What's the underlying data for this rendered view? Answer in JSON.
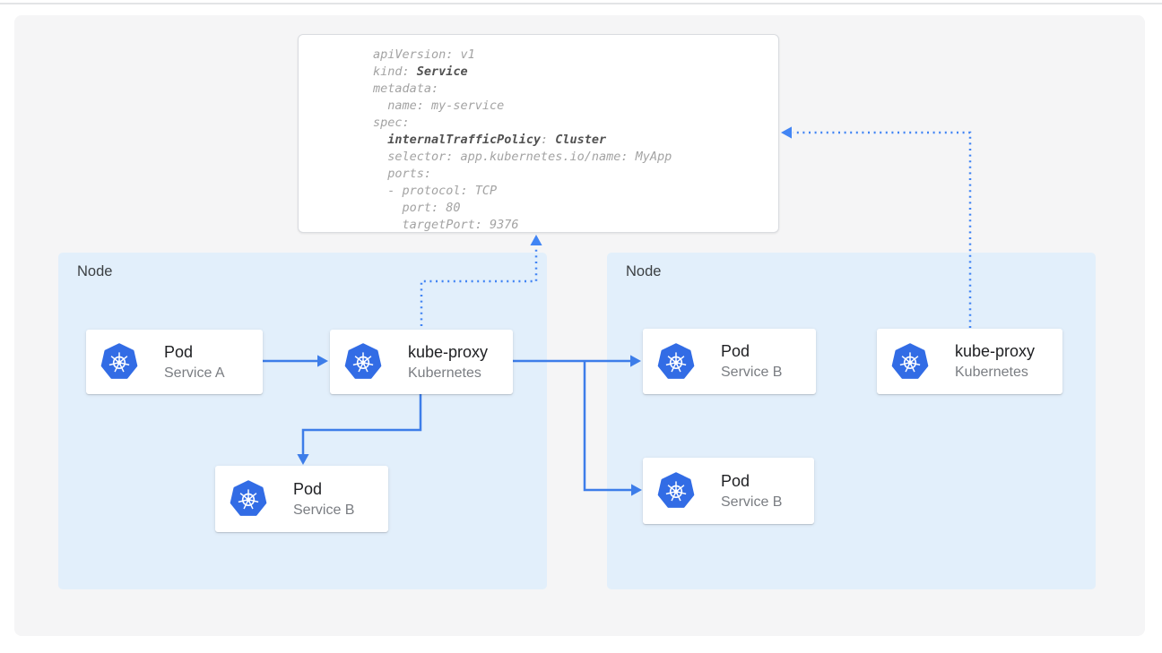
{
  "colors": {
    "kubernetes_blue": "#326ce5",
    "arrow_solid": "#3d7de9",
    "arrow_dotted": "#4285f4",
    "node_bg": "#e2effb",
    "panel_bg": "#f5f5f6",
    "card_bg": "#ffffff",
    "code_normal": "#a3a3a3",
    "code_bold": "#515151"
  },
  "icons": {
    "kubernetes": "kubernetes-heptagon-helm-wheel-icon"
  },
  "yaml_panel": {
    "lines": [
      [
        {
          "t": "apiVersion: v1",
          "b": false
        }
      ],
      [
        {
          "t": "kind: ",
          "b": false
        },
        {
          "t": "Service",
          "b": true
        }
      ],
      [
        {
          "t": "metadata:",
          "b": false
        }
      ],
      [
        {
          "t": "  name: my-service",
          "b": false
        }
      ],
      [
        {
          "t": "spec:",
          "b": false
        }
      ],
      [
        {
          "t": "  ",
          "b": false
        },
        {
          "t": "internalTrafficPolicy",
          "b": true
        },
        {
          "t": ": ",
          "b": false
        },
        {
          "t": "Cluster",
          "b": true
        }
      ],
      [
        {
          "t": "  selector: app.kubernetes.io/name: MyApp",
          "b": false
        }
      ],
      [
        {
          "t": "  ports:",
          "b": false
        }
      ],
      [
        {
          "t": "  - protocol: TCP",
          "b": false
        }
      ],
      [
        {
          "t": "    port: 80",
          "b": false
        }
      ],
      [
        {
          "t": "    targetPort: 9376",
          "b": false
        }
      ]
    ]
  },
  "nodes": [
    {
      "label": "Node"
    },
    {
      "label": "Node"
    }
  ],
  "cards": [
    {
      "title": "Pod",
      "subtitle": "Service A"
    },
    {
      "title": "kube-proxy",
      "subtitle": "Kubernetes"
    },
    {
      "title": "Pod",
      "subtitle": "Service B"
    },
    {
      "title": "Pod",
      "subtitle": "Service B"
    },
    {
      "title": "Pod",
      "subtitle": "Service B"
    },
    {
      "title": "kube-proxy",
      "subtitle": "Kubernetes"
    }
  ],
  "connections": [
    {
      "from": "pod-service-a",
      "to": "kube-proxy-left",
      "style": "solid-arrow"
    },
    {
      "from": "kube-proxy-left",
      "to": "pod-service-b-left",
      "style": "solid-arrow"
    },
    {
      "from": "kube-proxy-left",
      "to": "pod-service-b-right-1",
      "style": "solid-arrow"
    },
    {
      "from": "kube-proxy-left",
      "to": "pod-service-b-right-2",
      "style": "solid-arrow"
    },
    {
      "from": "kube-proxy-left",
      "to": "service-yaml",
      "style": "dotted-arrow"
    },
    {
      "from": "kube-proxy-right",
      "to": "service-yaml",
      "style": "dotted-arrow"
    }
  ]
}
